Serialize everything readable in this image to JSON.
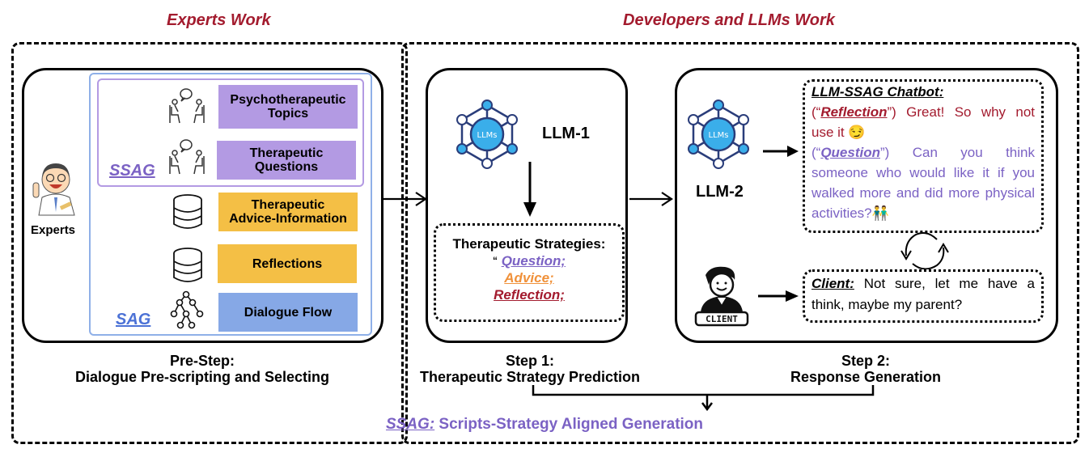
{
  "headings": {
    "left": "Experts Work",
    "right": "Developers and LLMs Work"
  },
  "pre_step": {
    "expert_label": "Experts",
    "ssag_tag": "SSAG",
    "sag_tag": "SAG",
    "items": [
      {
        "label_line1": "Psychotherapeutic",
        "label_line2": "Topics",
        "icon": "counseling-icon",
        "color": "#b39ae3"
      },
      {
        "label_line1": "Therapeutic",
        "label_line2": "Questions",
        "icon": "counseling-icon",
        "color": "#b39ae3"
      },
      {
        "label_line1": "Therapeutic",
        "label_line2": "Advice-Information",
        "icon": "database-icon",
        "color": "#f4bf45"
      },
      {
        "label_line1": "Reflections",
        "label_line2": "",
        "icon": "database-icon",
        "color": "#f4bf45"
      },
      {
        "label_line1": "Dialogue Flow",
        "label_line2": "",
        "icon": "tree-icon",
        "color": "#86a8e6"
      }
    ],
    "caption_line1": "Pre-Step:",
    "caption_line2": "Dialogue Pre-scripting and Selecting"
  },
  "step1": {
    "llm_icon_text": "LLMs",
    "model_label": "LLM-1",
    "strategies_title": "Therapeutic Strategies:",
    "open_quote": "“",
    "strategies": [
      {
        "label": "Question;",
        "color": "#7b62c4"
      },
      {
        "label": "Advice;",
        "color": "#f0913a"
      },
      {
        "label": "Reflection;",
        "color": "#a31b2e"
      }
    ],
    "caption_line1": "Step 1:",
    "caption_line2": "Therapeutic Strategy Prediction"
  },
  "step2": {
    "llm_icon_text": "LLMs",
    "model_label": "LLM-2",
    "chatbot_title": "LLM-SSAG Chatbot:",
    "reflection": {
      "open": "(“",
      "tag": "Reflection",
      "close": "”)",
      "text": " Great! So why not use it 😏",
      "color": "#a31b2e"
    },
    "question": {
      "open": "(“",
      "tag": "Question",
      "close": "”)",
      "text": " Can you think someone who would like it if you walked more and did more physical activities?👬",
      "color": "#7b62c4"
    },
    "client_badge": "CLIENT",
    "client_tag": "Client:",
    "client_text": " Not sure, let me have a think, maybe my parent?",
    "caption_line1": "Step 2:",
    "caption_line2": "Response Generation"
  },
  "footer": {
    "tag": "SSAG:",
    "text": " Scripts-Strategy Aligned Generation",
    "color": "#7b62c4"
  }
}
